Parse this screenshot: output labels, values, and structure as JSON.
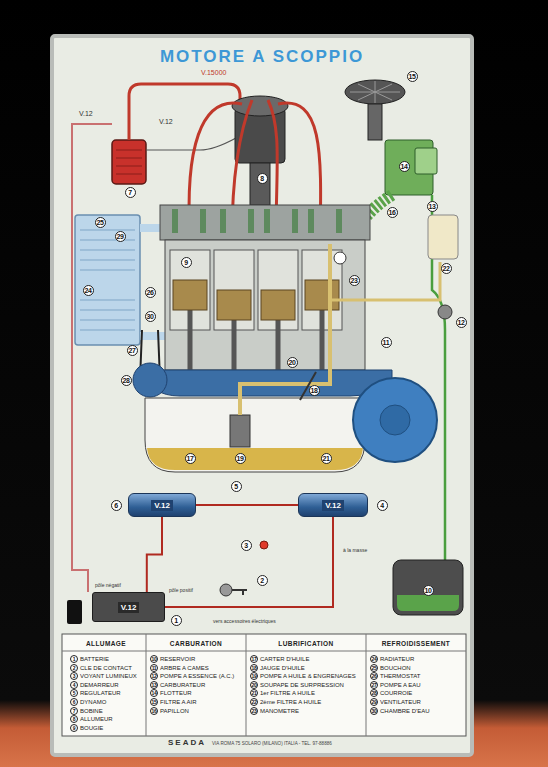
{
  "diagram": {
    "title": "MOTORE A SCOPPIO",
    "nodes": [
      {
        "text": [
          "V.12"
        ]
      },
      {
        "text": [
          "V.12"
        ]
      },
      {
        "text": [
          "V.12"
        ]
      }
    ],
    "edges": [
      {
        "from": 0,
        "to": 1,
        "arrow": "none"
      },
      {
        "from": 1,
        "to": 2,
        "arrow": "none"
      },
      {
        "from": 0,
        "to": 2,
        "arrow": "none"
      }
    ],
    "labels": [
      "V.15000",
      "V.12",
      "V.12",
      "7",
      "8",
      "15",
      "14",
      "13",
      "16",
      "12",
      "22",
      "9",
      "23",
      "11",
      "24",
      "29",
      "26",
      "30",
      "27",
      "28",
      "25",
      "20",
      "18",
      "17",
      "19",
      "21",
      "6",
      "5",
      "4",
      "3",
      "2",
      "1",
      "10",
      "pôle négatif",
      "pôle positif",
      "à la masse",
      "vers accessoires électriques",
      "ALLUMAGE",
      "1",
      "BATTERIE",
      "2",
      "CLE DE CONTACT",
      "3",
      "VOYANT LUMINEUX",
      "4",
      "DEMARREUR",
      "5",
      "REGULATEUR",
      "6",
      "DYNAMO",
      "7",
      "BOBINE",
      "8",
      "ALLUMEUR",
      "9",
      "BOUGIE",
      "CARBURATION",
      "10",
      "RESERVOIR",
      "11",
      "ARBRE A CAMES",
      "12",
      "POMPE A ESSENCE (A.C.)",
      "13",
      "CARBURATEUR",
      "14",
      "FLOTTEUR",
      "15",
      "FILTRE A AIR",
      "16",
      "PAPILLON",
      "LUBRIFICATION",
      "17",
      "CARTER D'HUILE",
      "18",
      "JAUGE D'HUILE",
      "19",
      "POMPE A HUILE & ENGRENAGES",
      "20",
      "SOUPAPE DE SURPRESSION",
      "21",
      "1er FILTRE A HUILE",
      "22",
      "2ème FILTRE A HUILE",
      "23",
      "MANOMETRE",
      "REFROIDISSEMENT",
      "24",
      "RADIATEUR",
      "25",
      "BOUCHON",
      "26",
      "THERMOSTAT",
      "27",
      "POMPE A EAU",
      "28",
      "COURROIE",
      "29",
      "VENTILATEUR",
      "30",
      "CHAMBRE D'EAU",
      "SEADA",
      "VIA ROMA 75 SOLARO (MILANO) ITALIA - TEL. 97-88886"
    ]
  }
}
